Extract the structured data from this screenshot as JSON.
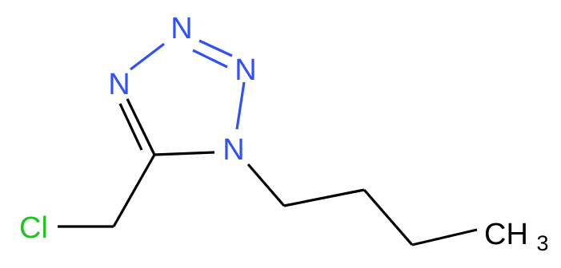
{
  "molecule": {
    "atoms": {
      "n_top": "N",
      "n_right": "N",
      "n_left": "N",
      "n_bottom": "N",
      "cl": "Cl",
      "ch3_main": "CH",
      "ch3_sub": "3"
    },
    "colors": {
      "nitrogen": "#3050f8",
      "chlorine": "#1fc41f",
      "carbon": "#000000",
      "background": "#ffffff"
    }
  }
}
